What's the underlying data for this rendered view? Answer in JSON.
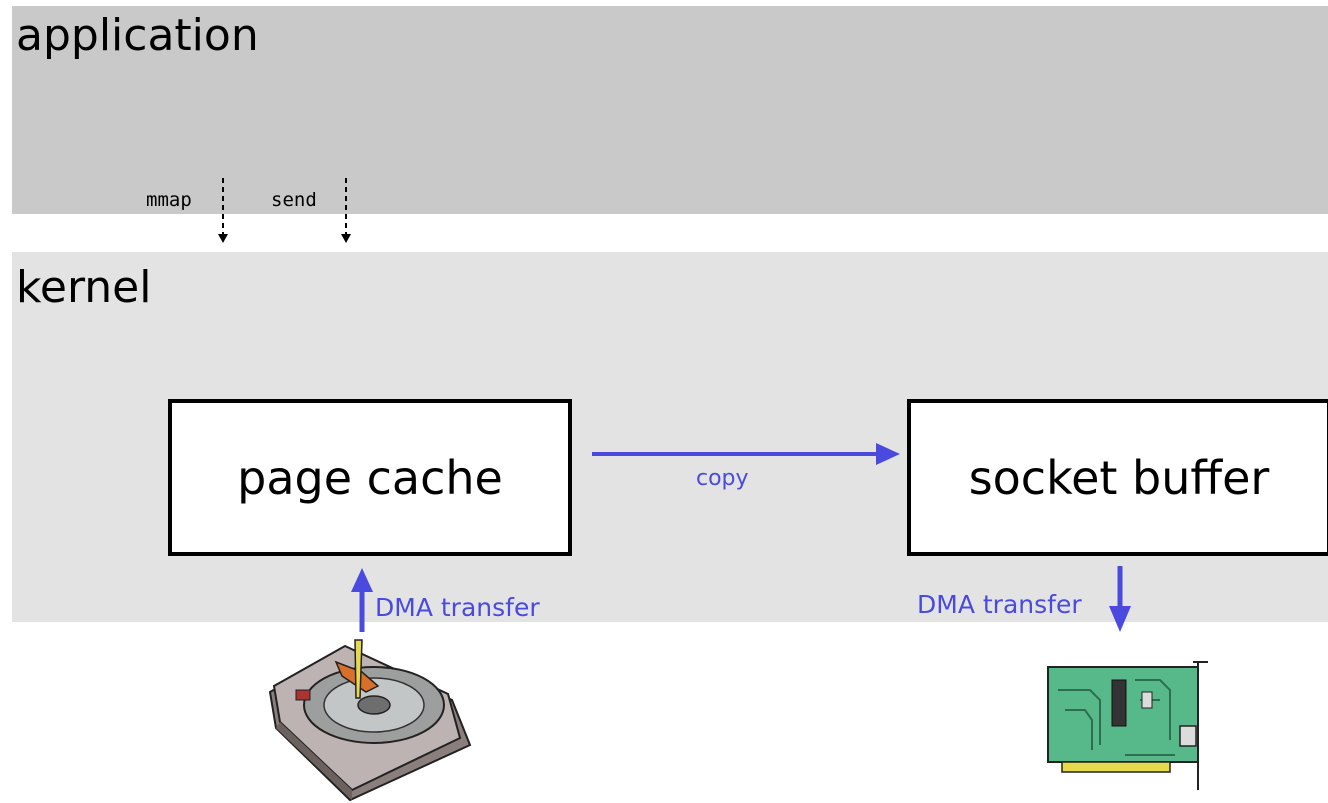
{
  "layers": {
    "application": {
      "title": "application"
    },
    "kernel": {
      "title": "kernel"
    }
  },
  "syscalls": {
    "mmap": "mmap",
    "send": "send"
  },
  "boxes": {
    "page_cache": "page cache",
    "socket_buffer": "socket buffer"
  },
  "arrows": {
    "copy": "copy",
    "dma_in": "DMA transfer",
    "dma_out": "DMA transfer"
  },
  "devices": {
    "disk": "hard-disk-icon",
    "nic": "network-card-icon"
  },
  "colors": {
    "application_bg": "#c9c9c9",
    "kernel_bg": "#e3e3e3",
    "arrow_blue": "#4a4adf"
  }
}
